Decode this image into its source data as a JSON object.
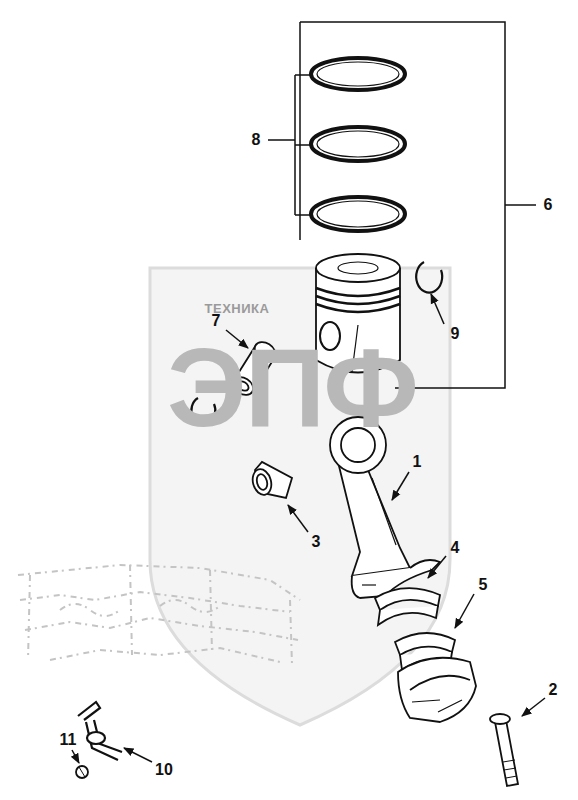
{
  "diagram": {
    "labels": [
      "8",
      "6",
      "9",
      "7",
      "1",
      "3",
      "4",
      "5",
      "2",
      "11",
      "10",
      "ТЕХНИКА",
      "ЭПФ"
    ]
  }
}
